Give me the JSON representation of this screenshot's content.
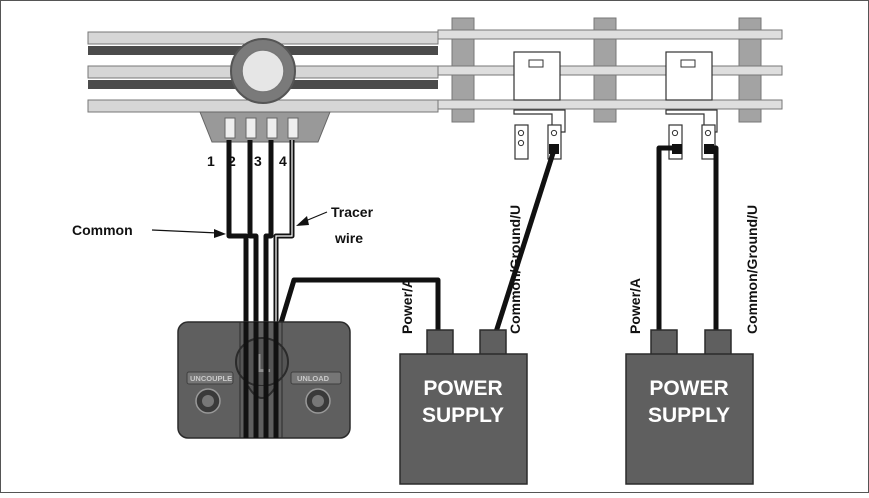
{
  "diagram": {
    "terminal_numbers": [
      "1",
      "2",
      "3",
      "4"
    ],
    "labels": {
      "common": "Common",
      "tracer_line1": "Tracer",
      "tracer_line2": "wire",
      "power_a_left": "Power/A",
      "common_ground_left": "Common/Ground/U",
      "power_a_right": "Power/A",
      "common_ground_right": "Common/Ground/U"
    },
    "controller": {
      "button_left": "UNCOUPLE",
      "button_right": "UNLOAD",
      "logo_glyph": "L"
    },
    "power_supply_left": {
      "line1": "POWER",
      "line2": "SUPPLY"
    },
    "power_supply_right": {
      "line1": "POWER",
      "line2": "SUPPLY"
    },
    "colors": {
      "rail": "#d8d8d8",
      "tie": "#a3a3a3",
      "slot": "#4d4d4d",
      "device": "#5f5f5f",
      "wire": "#111111",
      "border": "#333333"
    }
  }
}
